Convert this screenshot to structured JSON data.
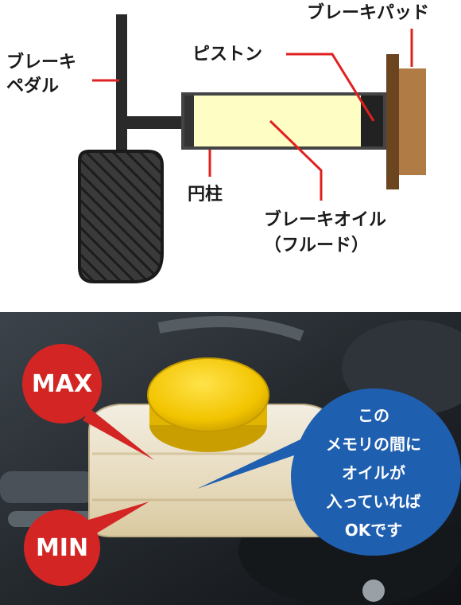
{
  "diagram": {
    "labels": {
      "brake_pedal": "ブレーキ\nペダル",
      "brake_pad": "ブレーキパッド",
      "piston": "ピストン",
      "cylinder": "円柱",
      "brake_oil_line1": "ブレーキオイル",
      "brake_oil_line2": "（フルード）"
    },
    "colors": {
      "red_line": "#e02020",
      "fluid": "#fdfdc4",
      "pad": "#b07b45",
      "pad_dark": "#7a4f24",
      "pedal": "#2a2a2a"
    }
  },
  "photo": {
    "max_label": "MAX",
    "min_label": "MIN",
    "note": "この\nメモリの間に\nオイルが\n入っていれば\nOKです",
    "colors": {
      "max_min_bubble": "#d42525",
      "note_bubble": "#1f5fb0",
      "cap": "#f2c400"
    }
  }
}
